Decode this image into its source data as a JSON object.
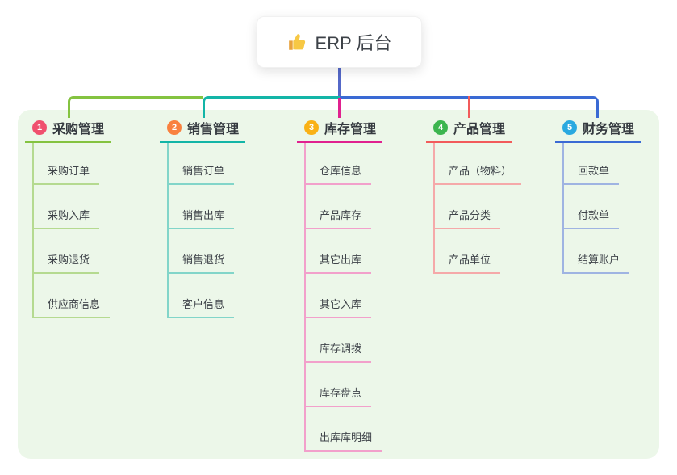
{
  "root": {
    "title": "ERP 后台",
    "icon": "thumbs-up-icon",
    "connector_color": "#5468c8"
  },
  "panel": {
    "background": "#ecf7e9"
  },
  "branches": [
    {
      "badge": "1",
      "title": "采购管理",
      "badge_color": "#f0506e",
      "line_color": "#84c340",
      "child_line_color": "#b5da90",
      "children": [
        "采购订单",
        "采购入库",
        "采购退货",
        "供应商信息"
      ]
    },
    {
      "badge": "2",
      "title": "销售管理",
      "badge_color": "#f9813f",
      "line_color": "#13b5a7",
      "child_line_color": "#82d5c9",
      "children": [
        "销售订单",
        "销售出库",
        "销售退货",
        "客户信息"
      ]
    },
    {
      "badge": "3",
      "title": "库存管理",
      "badge_color": "#f9b115",
      "line_color": "#e0218f",
      "child_line_color": "#f2a0cb",
      "children": [
        "仓库信息",
        "产品库存",
        "其它出库",
        "其它入库",
        "库存调拨",
        "库存盘点",
        "出库库明细"
      ]
    },
    {
      "badge": "4",
      "title": "产品管理",
      "badge_color": "#3cb54f",
      "line_color": "#f25b5b",
      "child_line_color": "#f5a9a9",
      "children": [
        "产品（物料）",
        "产品分类",
        "产品单位"
      ]
    },
    {
      "badge": "5",
      "title": "财务管理",
      "badge_color": "#2aa9e0",
      "line_color": "#3a6ad4",
      "child_line_color": "#9fb4e2",
      "children": [
        "回款单",
        "付款单",
        "结算账户"
      ]
    }
  ]
}
